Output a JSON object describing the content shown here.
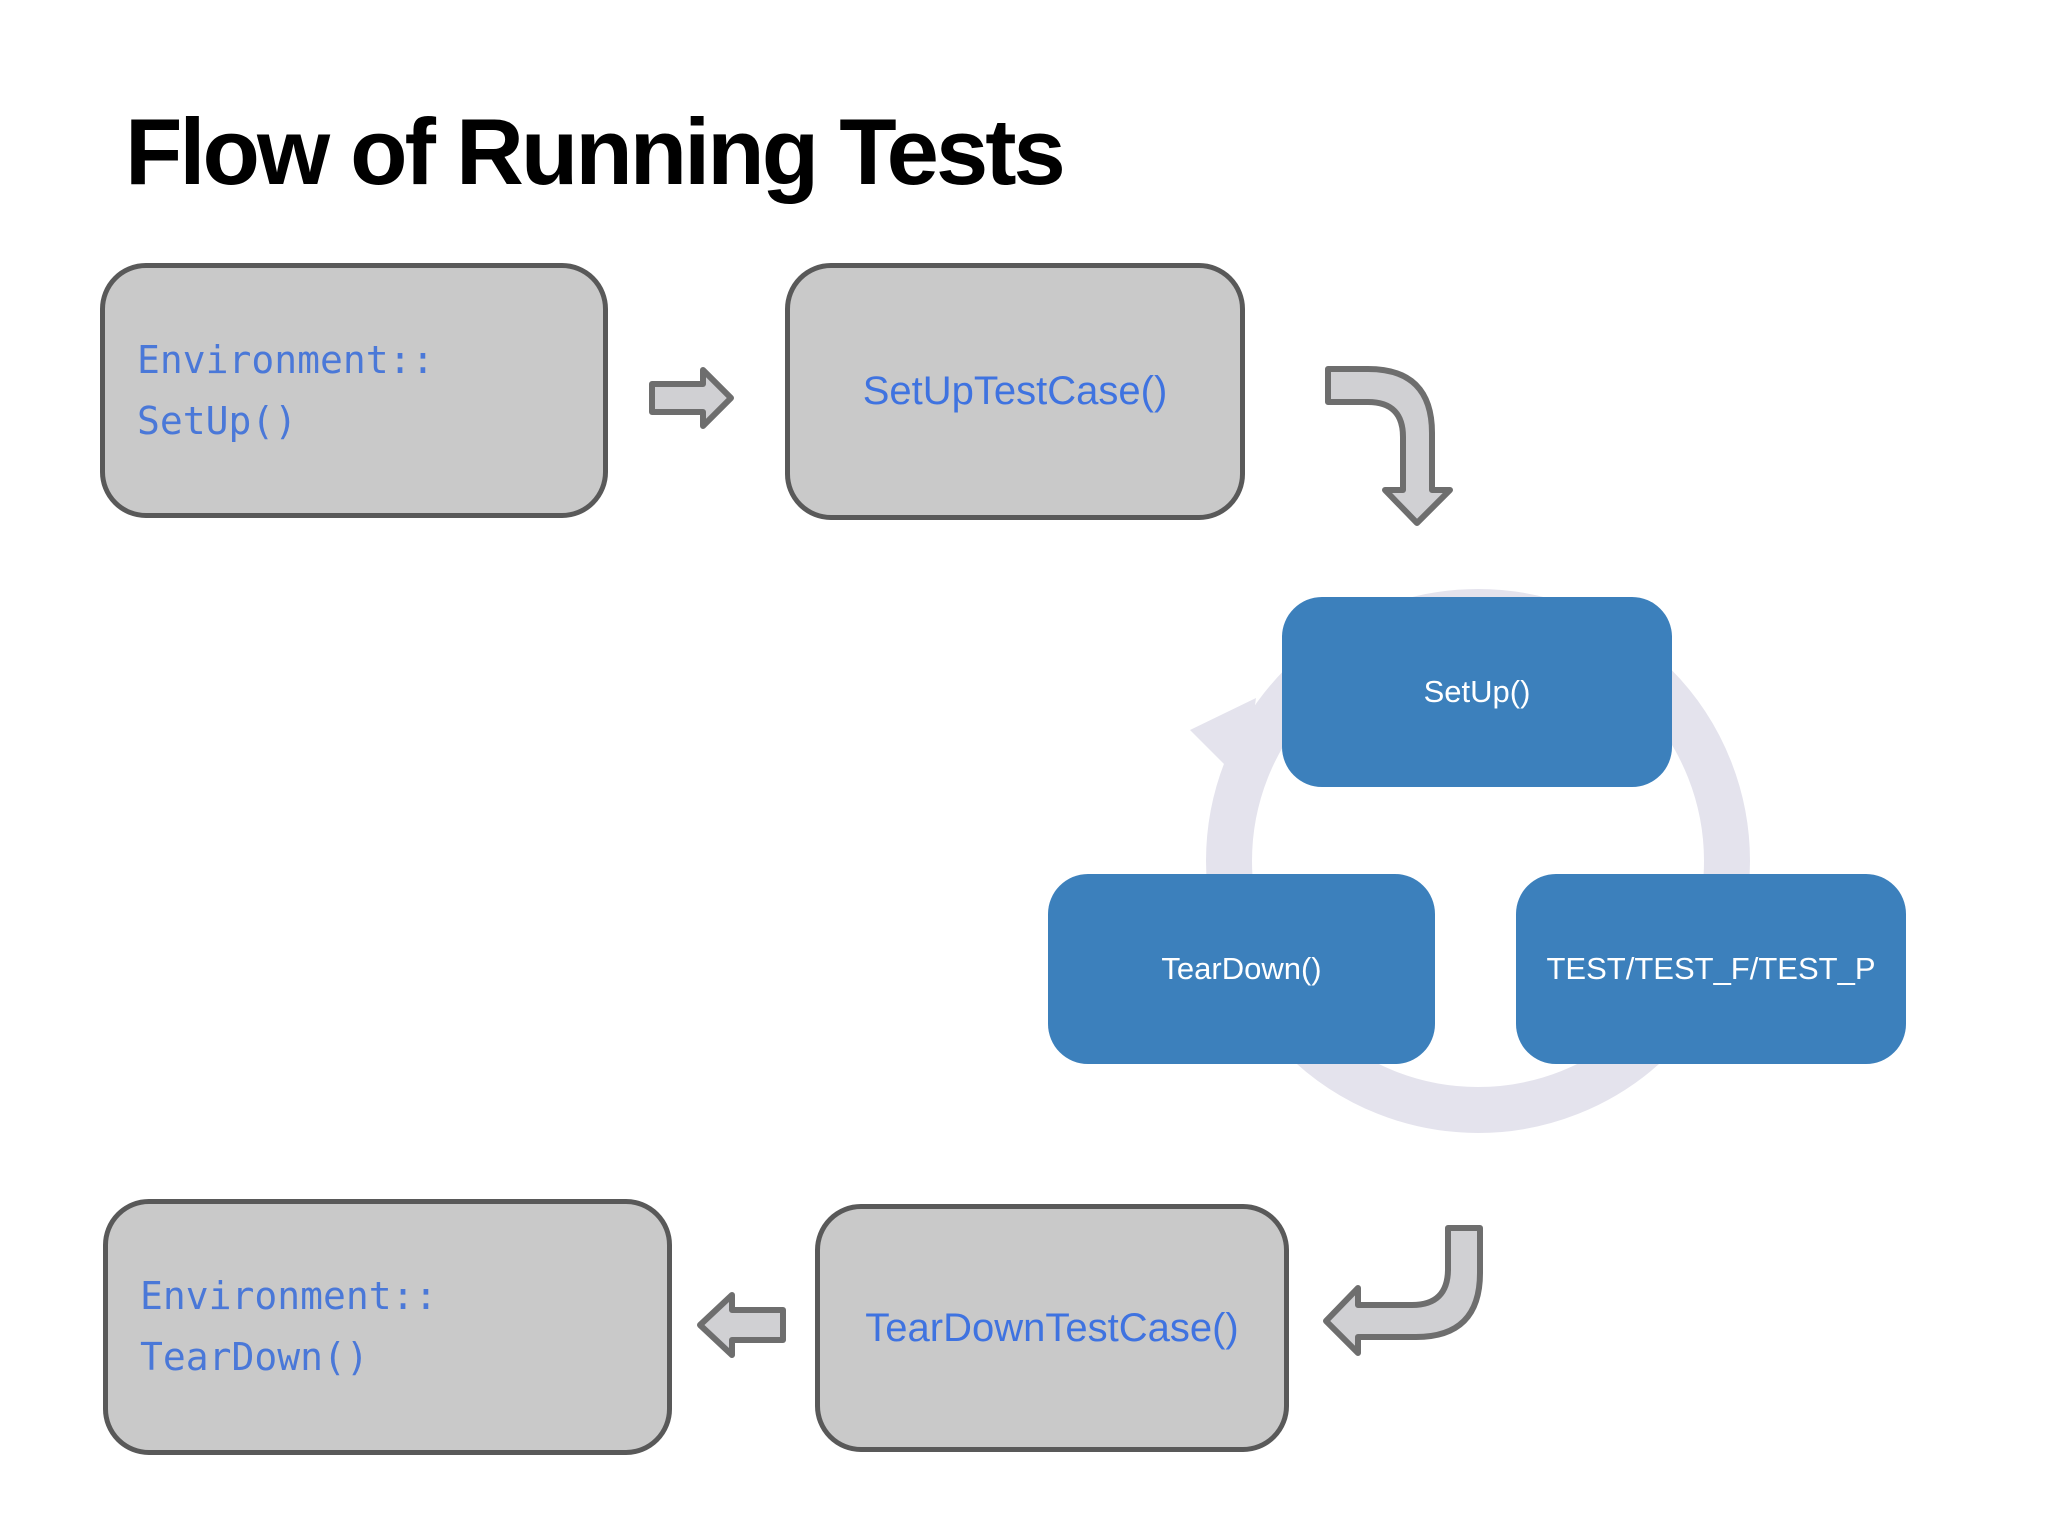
{
  "title": "Flow of Running Tests",
  "colors": {
    "background": "#ffffff",
    "title_text": "#000000",
    "gray_node_fill": "#c9c9c9",
    "gray_node_border": "#595959",
    "code_text_blue": "#4a78d8",
    "label_text_blue": "#3f73e0",
    "blue_node_fill": "#3c80bc",
    "blue_node_text": "#ffffff",
    "cycle_ring": "#e4e3ed",
    "arrow_fill": "#d0d0d3",
    "arrow_stroke": "#6e6e6e"
  },
  "nodes": {
    "env_setup": {
      "line1": "Environment::",
      "line2": "SetUp()"
    },
    "setup_test_case": {
      "label": "SetUpTestCase()"
    },
    "setup": {
      "label": "SetUp()"
    },
    "teardown": {
      "label": "TearDown()"
    },
    "test": {
      "label": "TEST/TEST_F/TEST_P"
    },
    "teardown_test_case": {
      "label": "TearDownTestCase()"
    },
    "env_teardown": {
      "line1": "Environment::",
      "line2": "TearDown()"
    }
  },
  "connectors": {
    "env_setup_to_setup_test_case": "block-arrow-right",
    "setup_test_case_to_test_cycle": "elbow-arrow-down",
    "test_cycle_direction": "clockwise",
    "test_cycle_to_teardown_test_case": "elbow-arrow-left",
    "teardown_test_case_to_env_teardown": "block-arrow-left"
  }
}
